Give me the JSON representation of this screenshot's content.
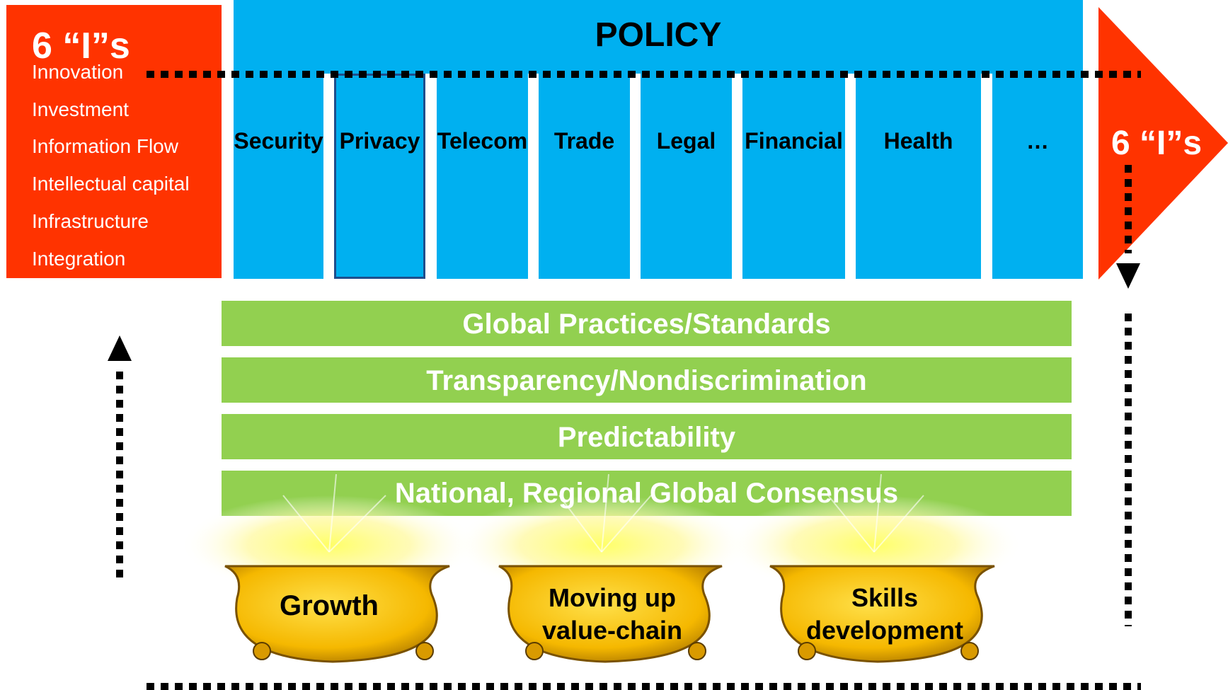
{
  "left_panel": {
    "title": "6 “I”s",
    "items": [
      "Innovation",
      "Investment",
      "Information Flow",
      "Intellectual capital",
      "Infrastructure",
      "Integration"
    ]
  },
  "policy": {
    "title": "POLICY",
    "columns": [
      "Security",
      "Privacy",
      "Telecom",
      "Trade",
      "Legal",
      "Financial",
      "Health",
      "…"
    ]
  },
  "right_arrow": {
    "title": "6 “I”s"
  },
  "layers": [
    "Global Practices/Standards",
    "Transparency/Nondiscrimination",
    "Predictability",
    "National, Regional Global Consensus"
  ],
  "pots": [
    {
      "line1": "Growth",
      "line2": ""
    },
    {
      "line1": "Moving up",
      "line2": "value-chain"
    },
    {
      "line1": "Skills",
      "line2": "development"
    }
  ],
  "colors": {
    "orange": "#ff3300",
    "blue": "#00b0f0",
    "green": "#92d050",
    "gold": "#f5b800",
    "dark_border": "#1f4e8c"
  },
  "icons": [
    "dotted-arrow-down-icon",
    "dotted-arrow-up-icon",
    "pot-of-gold-icon"
  ]
}
